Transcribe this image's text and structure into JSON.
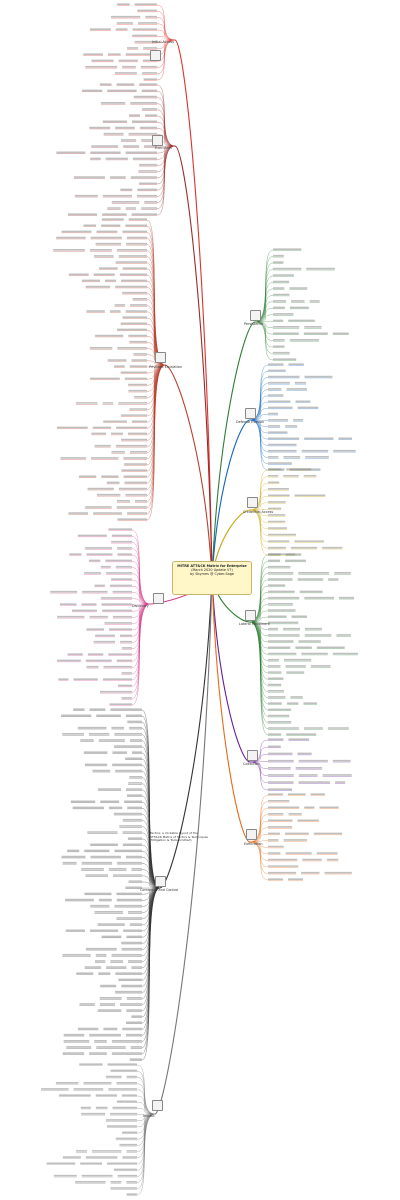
{
  "center": {
    "line1": "MITRE ATT&CK Matrix for Enterprise",
    "line2": "(March 2020 Update V7)",
    "line3": "by Sbyrnes @ Cyber-Sage"
  },
  "note": {
    "text": "Tactics: a clickable layout of the ATT&CK Matrix of Tactics & Techniques (Mitigation & Tools omitted)"
  },
  "branches": [
    {
      "label": "Initial Access",
      "color": "#e0302a"
    },
    {
      "label": "Execution",
      "color": "#9a2a2a"
    },
    {
      "label": "Persistence",
      "color": "#2e7d32"
    },
    {
      "label": "Privilege Escalation",
      "color": "#b8402a"
    },
    {
      "label": "Defense Evasion",
      "color": "#1565c0"
    },
    {
      "label": "Credential Access",
      "color": "#c9a30a"
    },
    {
      "label": "Discovery",
      "color": "#d43f8b"
    },
    {
      "label": "Lateral Movement",
      "color": "#2e7d32"
    },
    {
      "label": "Collection",
      "color": "#6a1b9a"
    },
    {
      "label": "Command and Control",
      "color": "#333333"
    },
    {
      "label": "Exfiltration",
      "color": "#e56a1a"
    },
    {
      "label": "Impact",
      "color": "#777777"
    }
  ]
}
